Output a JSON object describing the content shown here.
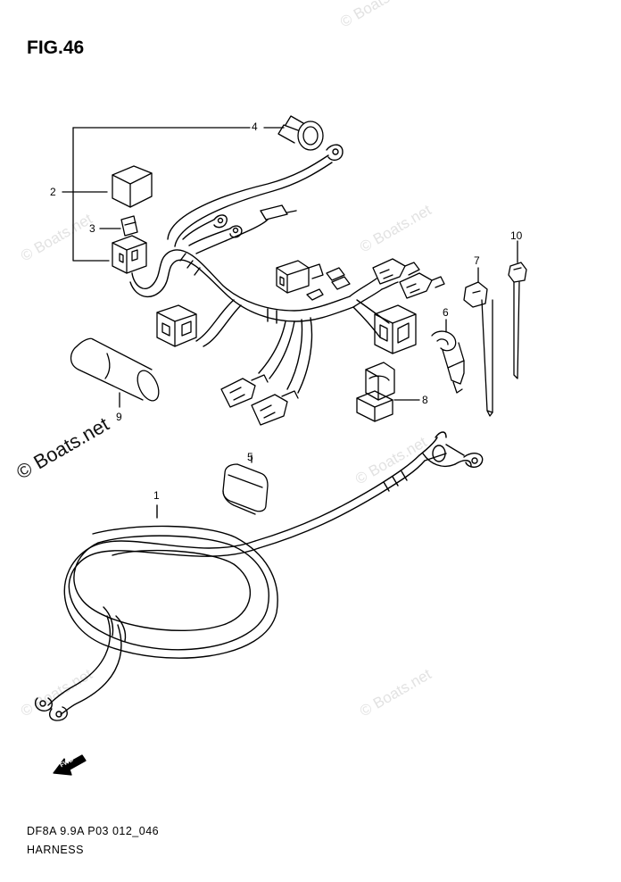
{
  "figure": {
    "title": "FIG.46",
    "code": "DF8A 9.9A P03 012_046",
    "name": "HARNESS"
  },
  "watermark": "© Boats.net",
  "callouts": [
    "1",
    "2",
    "3",
    "4",
    "5",
    "6",
    "7",
    "8",
    "9",
    "10"
  ],
  "fwd_icon": "FWD",
  "colors": {
    "line": "#000000",
    "watermark": "#e2e2e2"
  }
}
